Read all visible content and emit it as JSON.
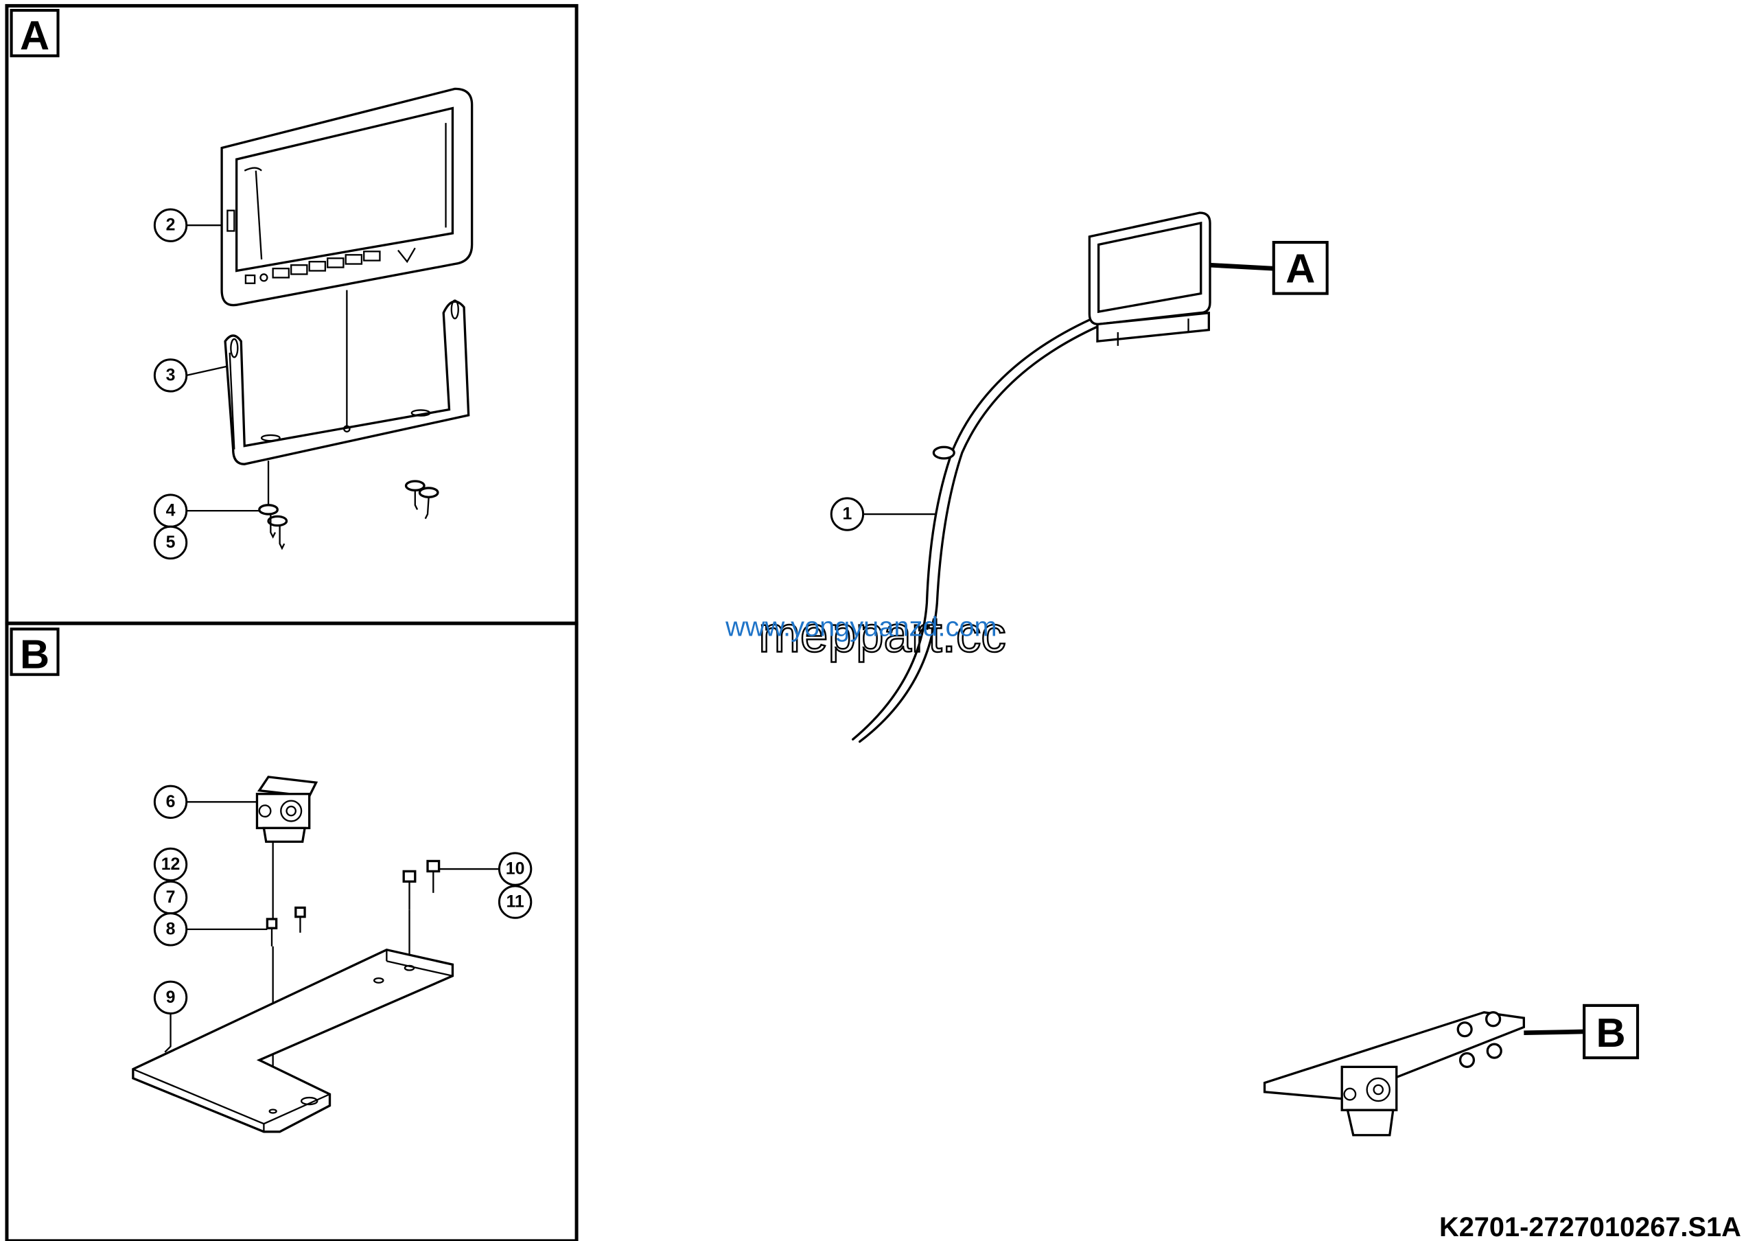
{
  "panels": {
    "a_label": "A",
    "b_label": "B"
  },
  "callouts": {
    "A": "A",
    "B": "B"
  },
  "items": {
    "1": "1",
    "2": "2",
    "3": "3",
    "4": "4",
    "5": "5",
    "6": "6",
    "7": "7",
    "8": "8",
    "9": "9",
    "10": "10",
    "11": "11",
    "12": "12"
  },
  "watermarks": {
    "outline": "meppart.cc",
    "blue": "www.yongyuanzd.com"
  },
  "drawing_code": "K2701-2727010267.S1A"
}
